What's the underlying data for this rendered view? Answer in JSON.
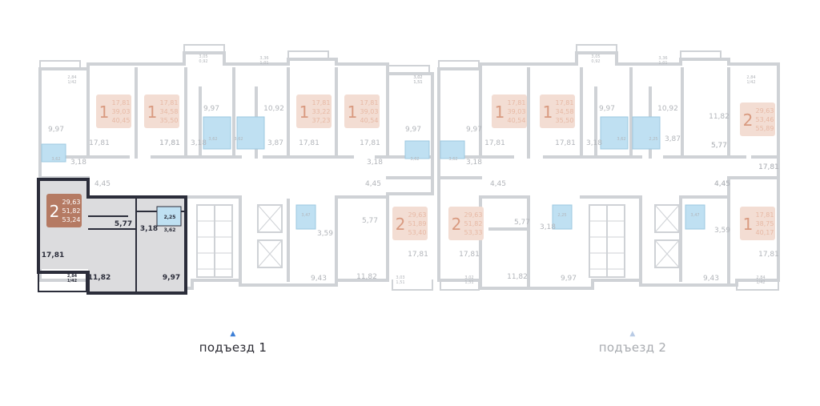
{
  "colors": {
    "wall_muted": "#cfd2d6",
    "wall_selected": "#2b2d3a",
    "badge_muted": "#f3ddd3",
    "badge_selected": "#b57a63",
    "text_muted": "#b2b5ba",
    "text_dark": "#2b2d3a",
    "bath": "#bfe0f2",
    "accent_arrow": "#3d7fd6"
  },
  "entrances": [
    {
      "label": "подъезд 1",
      "active": true
    },
    {
      "label": "подъезд 2",
      "active": false
    }
  ],
  "apartments": [
    {
      "rooms": "1",
      "a": "17,81",
      "b": "39,03",
      "c": "40,45"
    },
    {
      "rooms": "1",
      "a": "17,81",
      "b": "34,58",
      "c": "35,50"
    },
    {
      "rooms": "1",
      "a": "17,81",
      "b": "33,22",
      "c": "37,23"
    },
    {
      "rooms": "1",
      "a": "17,81",
      "b": "39,03",
      "c": "40,54"
    },
    {
      "rooms": "1",
      "a": "17,81",
      "b": "39,03",
      "c": "40,54"
    },
    {
      "rooms": "1",
      "a": "17,81",
      "b": "34,58",
      "c": "35,50"
    },
    {
      "rooms": "2",
      "a": "29,63",
      "b": "53,46",
      "c": "55,89"
    },
    {
      "rooms": "2",
      "a": "29,63",
      "b": "51,82",
      "c": "53,24",
      "selected": true
    },
    {
      "rooms": "2",
      "a": "29,63",
      "b": "51,89",
      "c": "53,40"
    },
    {
      "rooms": "2",
      "a": "29,63",
      "b": "51,82",
      "c": "53,33"
    },
    {
      "rooms": "1",
      "a": "17,81",
      "b": "38,75",
      "c": "40,17"
    }
  ],
  "room_labels": [
    "9,97",
    "17,81",
    "3,18",
    "17,81",
    "17,81",
    "9,97",
    "3,18",
    "10,92",
    "3,87",
    "17,81",
    "17,81",
    "9,97",
    "3,18",
    "9,97",
    "3,18",
    "17,81",
    "17,81",
    "9,97",
    "3,18",
    "10,92",
    "3,87",
    "11,82",
    "5,77",
    "17,81",
    "4,45",
    "4,45",
    "5,77",
    "17,81",
    "3,59",
    "9,43",
    "11,82",
    "5,77",
    "17,81",
    "4,45",
    "4,45",
    "5,77",
    "3,18",
    "11,82",
    "9,97",
    "3,59",
    "9,43",
    "17,81",
    "4,45",
    "17,81"
  ],
  "selected_labels": [
    "5,77",
    "3,18",
    "2,25",
    "3,62",
    "11,82",
    "9,97",
    "17,81"
  ],
  "small_labels": [
    "2,84 1/42",
    "3,05 0,92",
    "3,36 1,01",
    "3,02 1,51",
    "2,84 1/42",
    "3,05 0,92",
    "3,36 1,01",
    "3,02 1,51",
    "3,62",
    "3,62",
    "3,62",
    "3,62",
    "3,62",
    "3,62",
    "2,25",
    "3,47",
    "3,03 1,51",
    "3,02 1,51",
    "2,25",
    "3,47",
    "2,84 1/42"
  ],
  "selected_small": [
    "2,84 1/42"
  ]
}
